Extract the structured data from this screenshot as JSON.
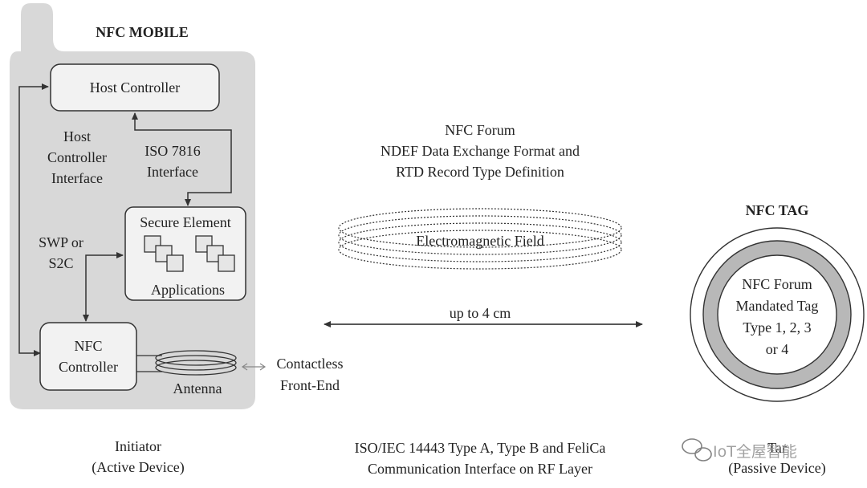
{
  "phone": {
    "title": "NFC MOBILE",
    "host_controller": "Host Controller",
    "host_interface": [
      "Host",
      "Controller",
      "Interface"
    ],
    "iso_interface": [
      "ISO 7816",
      "Interface"
    ],
    "secure_element": "Secure Element",
    "applications": "Applications",
    "swp": [
      "SWP or",
      "S2C"
    ],
    "nfc_controller": [
      "NFC",
      "Controller"
    ],
    "antenna": "Antenna",
    "caption": [
      "Initiator",
      "(Active Device)"
    ]
  },
  "contactless": [
    "Contactless",
    "Front-End"
  ],
  "forum": [
    "NFC Forum",
    "NDEF Data Exchange Format and",
    "RTD Record Type Definition"
  ],
  "field": "Electromagnetic Field",
  "distance": "up to 4 cm",
  "iso_caption": [
    "ISO/IEC 14443 Type A, Type B and FeliCa",
    "Communication Interface on RF Layer"
  ],
  "tag": {
    "title": "NFC TAG",
    "text": [
      "NFC Forum",
      "Mandated Tag",
      "Type 1, 2, 3",
      "or 4"
    ],
    "caption": [
      "Tar",
      "(Passive Device)"
    ]
  },
  "watermark": "IoT全屋智能",
  "colors": {
    "phone_body": "#d8d8d8",
    "box_fill": "#f2f2f2",
    "line": "#333333",
    "ring": "#b8b8b8",
    "text": "#222222"
  }
}
